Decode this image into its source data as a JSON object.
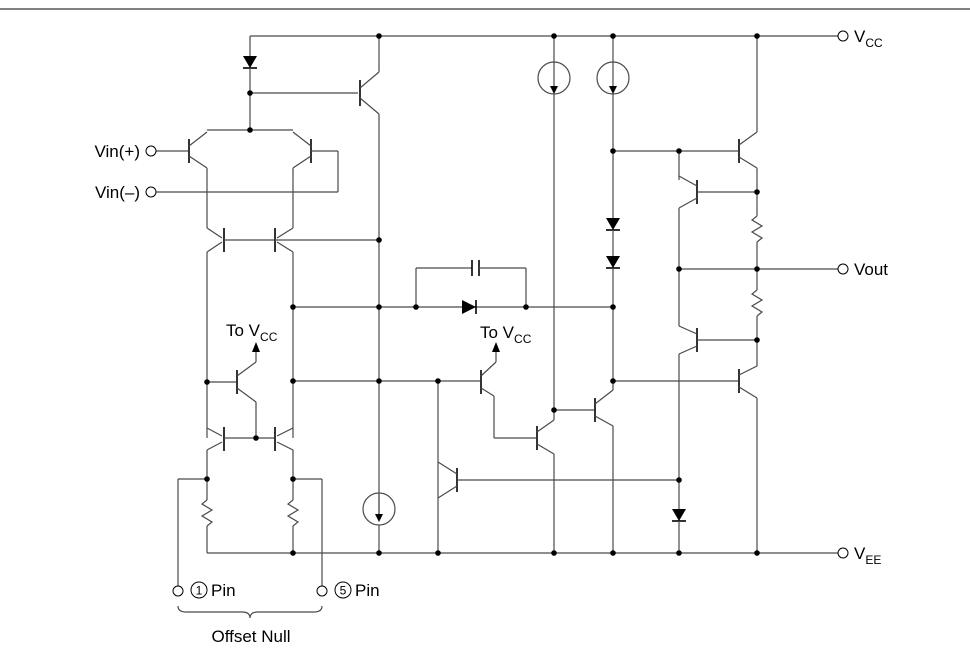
{
  "labels": {
    "vcc": "V",
    "vcc_sub": "CC",
    "vee": "V",
    "vee_sub": "EE",
    "vin_plus": "Vin(+)",
    "vin_minus": "Vin(–)",
    "vout": "Vout",
    "to_vcc_left": "To V",
    "to_vcc_left_sub": "CC",
    "to_vcc_right": "To V",
    "to_vcc_right_sub": "CC",
    "pin1_number": "1",
    "pin1_text": "Pin",
    "pin5_number": "5",
    "pin5_text": "Pin",
    "offset_null": "Offset Null"
  },
  "colors": {
    "wire": "#4a4a4a",
    "component": "#000000",
    "background": "#ffffff"
  }
}
